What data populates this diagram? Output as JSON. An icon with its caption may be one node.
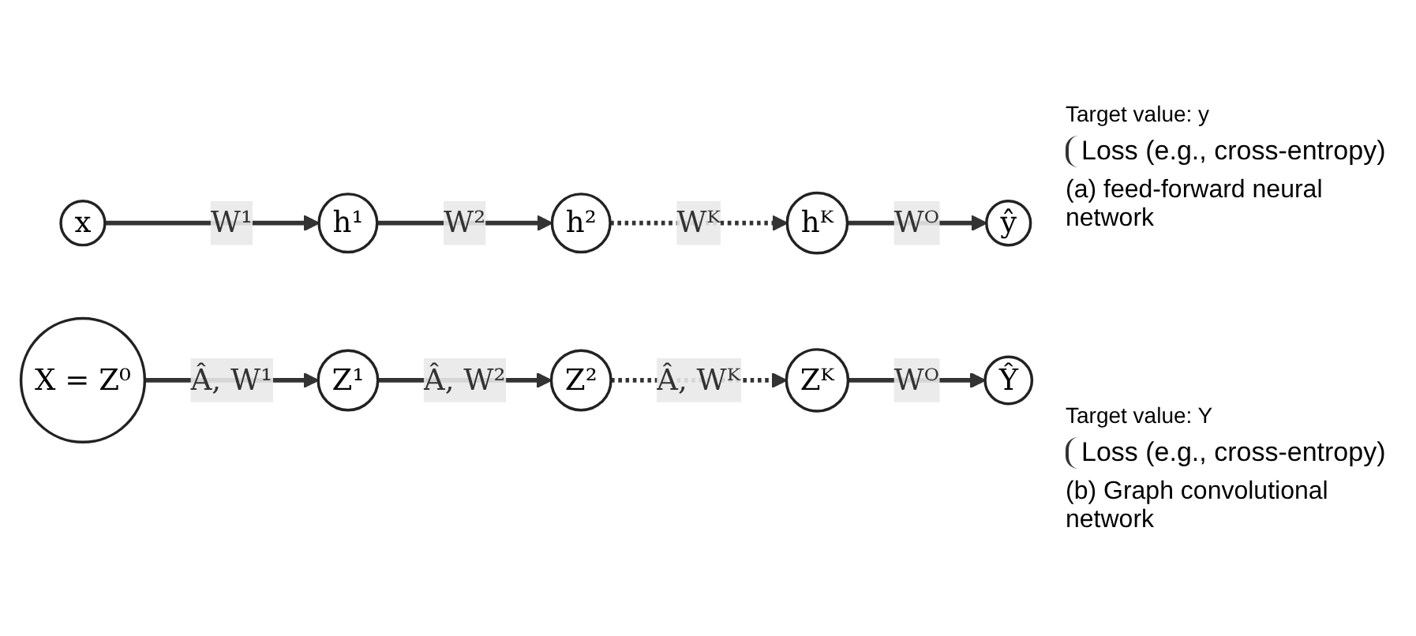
{
  "diagram": {
    "nodes": [
      {
        "text": [
          "x"
        ]
      },
      {
        "text": [
          "h¹"
        ]
      },
      {
        "text": [
          "h²"
        ]
      },
      {
        "text": [
          "hᴷ"
        ]
      },
      {
        "text": [
          "ŷ"
        ]
      },
      {
        "text": [
          "X = Z⁰"
        ]
      },
      {
        "text": [
          "Z¹"
        ]
      },
      {
        "text": [
          "Z²"
        ]
      },
      {
        "text": [
          "Zᴷ"
        ]
      },
      {
        "text": [
          "Ŷ"
        ]
      }
    ],
    "edges": [
      {
        "from": 0,
        "to": 1,
        "arrow": "to",
        "label": "W¹"
      },
      {
        "from": 1,
        "to": 2,
        "arrow": "to",
        "label": "W²"
      },
      {
        "from": 2,
        "to": 3,
        "arrow": "to",
        "label": "Wᴷ",
        "style": "dashed"
      },
      {
        "from": 3,
        "to": 4,
        "arrow": "to",
        "label": "Wᴼ"
      },
      {
        "from": 5,
        "to": 6,
        "arrow": "to",
        "label": "Â, W¹"
      },
      {
        "from": 6,
        "to": 7,
        "arrow": "to",
        "label": "Â, W²"
      },
      {
        "from": 7,
        "to": 8,
        "arrow": "to",
        "label": "Â, Wᴷ",
        "style": "dashed"
      },
      {
        "from": 8,
        "to": 9,
        "arrow": "to",
        "label": "Wᴼ"
      }
    ],
    "labels": [
      "Target value: y",
      "Loss (e.g., cross-entropy)",
      "(a) feed-forward neural network",
      "Target value: Y",
      "Loss (e.g., cross-entropy)",
      "(b) Graph convolutional network"
    ]
  }
}
